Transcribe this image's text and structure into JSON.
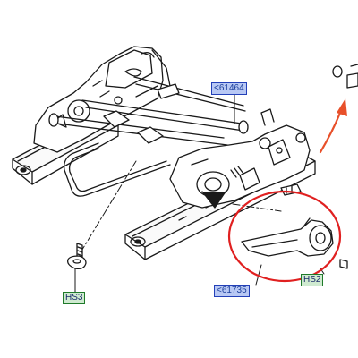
{
  "callouts": {
    "part_61464": "<61464",
    "part_61735": "<61735",
    "hs3": "HS3",
    "hs2": "HS2"
  },
  "colors": {
    "line": "#1a1a1a",
    "detail_circle": "#e02020",
    "arrow": "#e8502a",
    "callout_blue_fill": "#b8c8f4",
    "callout_green_fill": "#cfead0"
  }
}
